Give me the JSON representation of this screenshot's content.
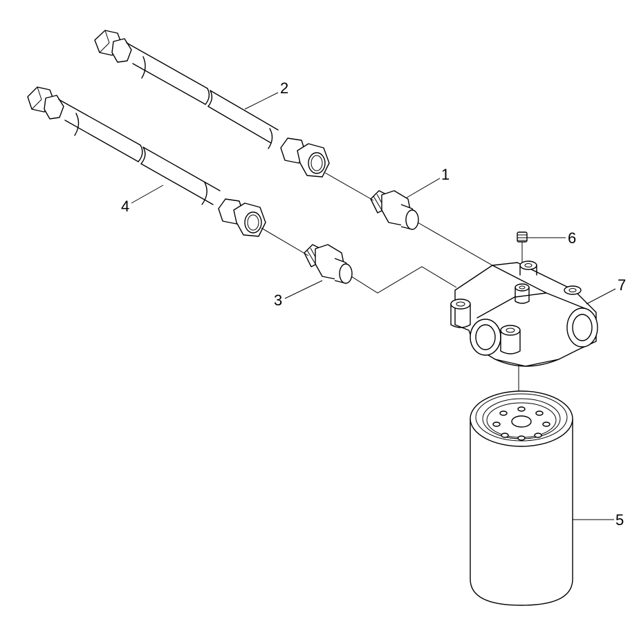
{
  "diagram": {
    "callouts": [
      "1",
      "2",
      "3",
      "4",
      "5",
      "6",
      "7"
    ]
  }
}
